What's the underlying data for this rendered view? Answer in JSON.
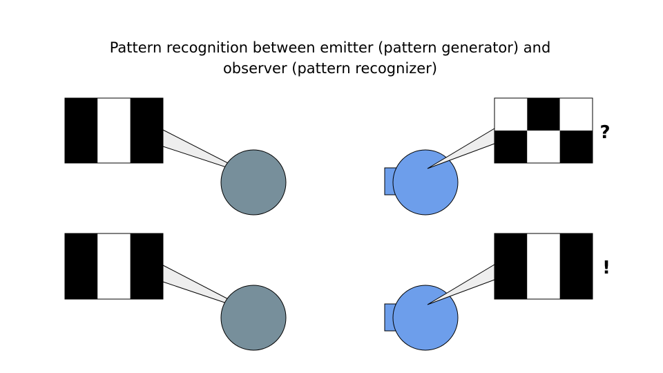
{
  "title": {
    "line1": "Pattern recognition between emitter (pattern generator) and",
    "line2": "observer (pattern recognizer)"
  },
  "scenes": [
    {
      "emitter_pattern": [
        [
          "black",
          "white",
          "black"
        ]
      ],
      "observer_pattern": [
        [
          "white",
          "black",
          "white"
        ],
        [
          "black",
          "white",
          "black"
        ]
      ],
      "observer_mark": "?"
    },
    {
      "emitter_pattern": [
        [
          "black",
          "white",
          "black"
        ]
      ],
      "observer_pattern": [
        [
          "black",
          "white",
          "black"
        ]
      ],
      "observer_mark": "!"
    }
  ],
  "colors": {
    "emitter_fill": "#778f9b",
    "observer_fill": "#6d9eeb",
    "beam_fill": "#eeeeee",
    "black": "#000000",
    "white": "#ffffff"
  }
}
